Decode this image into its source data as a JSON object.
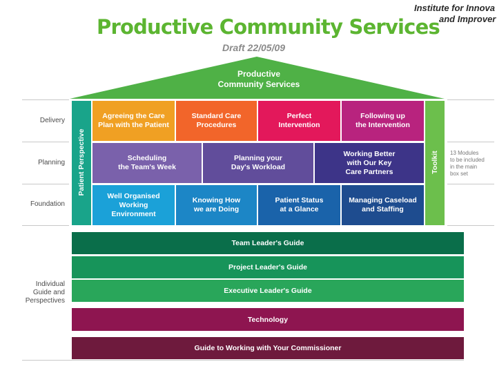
{
  "header": {
    "title": "Productive Community Services",
    "draft": "Draft 22/05/09",
    "institute_line1": "Institute for Innova",
    "institute_line2": "and Improver"
  },
  "roof": {
    "line1": "Productive",
    "line2": "Community Services"
  },
  "row_labels": {
    "delivery": "Delivery",
    "planning": "Planning",
    "foundation": "Foundation",
    "individual": [
      "Individual",
      "Guide and",
      "Perspectives"
    ]
  },
  "pillars": {
    "left": "Patient Perspective",
    "right": "Toolkit"
  },
  "modules": {
    "delivery": [
      {
        "line1": "Agreeing the Care",
        "line2": "Plan with the Patient",
        "color": "#f0a023"
      },
      {
        "line1": "Standard Care",
        "line2": "Procedures",
        "color": "#f2652a"
      },
      {
        "line1": "Perfect",
        "line2": "Intervention",
        "color": "#e3185b"
      },
      {
        "line1": "Following up",
        "line2": "the Intervention",
        "color": "#b8237e"
      }
    ],
    "planning": [
      {
        "line1": "Scheduling",
        "line2": "the Team's Week",
        "color": "#7a61ab"
      },
      {
        "line1": "Planning your",
        "line2": "Day's Workload",
        "color": "#614d9b"
      },
      {
        "line1": "Working Better",
        "line2": "with Our Key",
        "line3": "Care Partners",
        "color": "#3d3488"
      }
    ],
    "foundation": [
      {
        "line1": "Well Organised",
        "line2": "Working",
        "line3": "Environment",
        "color": "#1ba1d8"
      },
      {
        "line1": "Knowing How",
        "line2": "we are Doing",
        "color": "#1c86c6"
      },
      {
        "line1": "Patient Status",
        "line2": "at a Glance",
        "color": "#1a63aa"
      },
      {
        "line1": "Managing Caseload",
        "line2": "and Staffing",
        "color": "#1e4c8f"
      }
    ]
  },
  "side_note": [
    "13 Modules",
    "to be included",
    "in the main",
    "box set"
  ],
  "guides": [
    {
      "label": "Team Leader's Guide",
      "color": "#0a6e4a"
    },
    {
      "label": "Project Leader's Guide",
      "color": "#17945a"
    },
    {
      "label": "Executive Leader's Guide",
      "color": "#29a65a"
    },
    {
      "label": "Technology",
      "color": "#8e1550"
    },
    {
      "label": "Guide to Working with Your Commissioner",
      "color": "#6e1a3d"
    }
  ],
  "colors": {
    "roof": "#4fb146",
    "left_pillar": "#19a48a",
    "right_pillar": "#6cbf4c",
    "title_green": "#5cb531"
  }
}
